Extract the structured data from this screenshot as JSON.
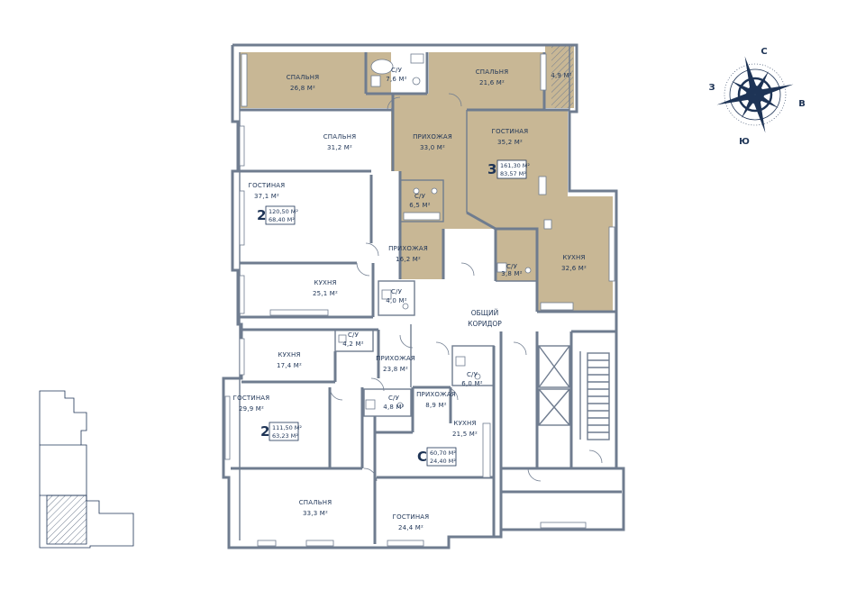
{
  "compass": {
    "n": "С",
    "s": "Ю",
    "w": "З",
    "e": "В"
  },
  "colors": {
    "highlight": "#c8b795",
    "wall": "#6f7c8f",
    "text": "#1e3456"
  },
  "rooms": [
    {
      "name": "СПАЛЬНЯ",
      "area": "26,8 М²"
    },
    {
      "name": "С/У",
      "area": "7,6 М²"
    },
    {
      "name": "СПАЛЬНЯ",
      "area": "21,6 М²"
    },
    {
      "name": "",
      "area": "4,9 М²"
    },
    {
      "name": "СПАЛЬНЯ",
      "area": "31,2 М²"
    },
    {
      "name": "ПРИХОЖАЯ",
      "area": "33,0 М²"
    },
    {
      "name": "ГОСТИНАЯ",
      "area": "35,2 М²"
    },
    {
      "name": "ГОСТИНАЯ",
      "area": "37,1 М²"
    },
    {
      "name": "С/У",
      "area": "6,5 М²"
    },
    {
      "name": "ПРИХОЖАЯ",
      "area": "16,2 М²"
    },
    {
      "name": "С/У",
      "area": "3,8 М²"
    },
    {
      "name": "КУХНЯ",
      "area": "32,6 М²"
    },
    {
      "name": "КУХНЯ",
      "area": "25,1 М²"
    },
    {
      "name": "С/У",
      "area": "4,0 М²"
    },
    {
      "name": "ОБЩИЙ",
      "area": "КОРИДОР"
    },
    {
      "name": "С/У",
      "area": "4,2 М²"
    },
    {
      "name": "КУХНЯ",
      "area": "17,4 М²"
    },
    {
      "name": "ПРИХОЖАЯ",
      "area": "23,8 М²"
    },
    {
      "name": "С/У",
      "area": "6,0 М²"
    },
    {
      "name": "ГОСТИНАЯ",
      "area": "29,9 М²"
    },
    {
      "name": "С/У",
      "area": "4,8 М²"
    },
    {
      "name": "ПРИХОЖАЯ",
      "area": "8,9 М²"
    },
    {
      "name": "КУХНЯ",
      "area": "21,5 М²"
    },
    {
      "name": "СПАЛЬНЯ",
      "area": "33,3 М²"
    },
    {
      "name": "ГОСТИНАЯ",
      "area": "24,4 М²"
    }
  ],
  "units": [
    {
      "rooms": "3",
      "total": "161,30 М²",
      "living": "83,57 М²"
    },
    {
      "rooms": "2",
      "total": "120,50 М²",
      "living": "68,40 М²"
    },
    {
      "rooms": "2",
      "total": "111,50 М²",
      "living": "63,23 М²"
    },
    {
      "rooms": "С",
      "total": "60,70 М²",
      "living": "24,40 М²"
    }
  ]
}
